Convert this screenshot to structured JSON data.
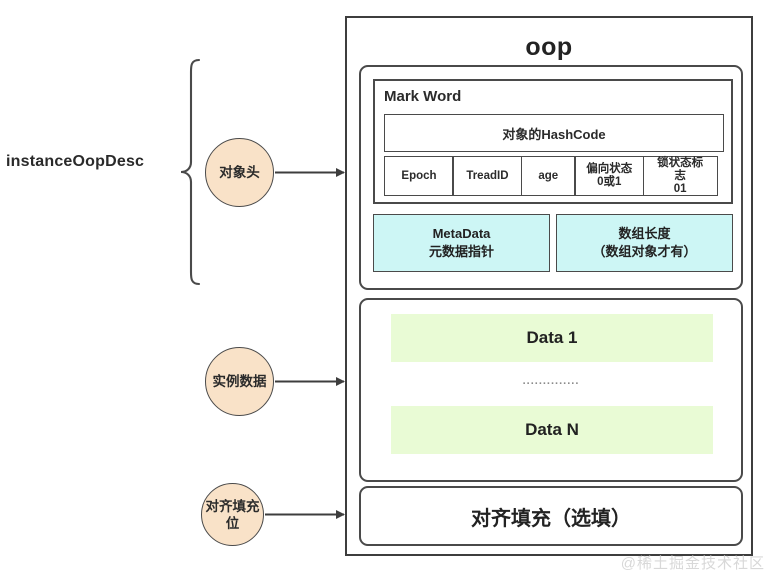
{
  "diagram": {
    "left_label": "instanceOopDesc",
    "watermark": "@稀土掘金技术社区",
    "colors": {
      "circle_fill": "#F9E2C8",
      "cyan_fill": "#CDF6F5",
      "green_fill": "#E9FBD5",
      "stroke": "#4a4a4a",
      "outer_stroke": "#3d3d3d",
      "watermark": "#d8d8d8"
    },
    "nodes": [
      {
        "id": "object-header",
        "label": "对象头"
      },
      {
        "id": "instance-data",
        "label": "实例数据"
      },
      {
        "id": "alignment-padding",
        "label": "对齐填充位"
      }
    ],
    "oop": {
      "title": "oop",
      "object_header": {
        "mark_word": {
          "title": "Mark Word",
          "hashcode_label": "对象的HashCode",
          "fields": [
            {
              "name": "epoch",
              "label": "Epoch"
            },
            {
              "name": "thread-id",
              "label": "TreadID"
            },
            {
              "name": "age",
              "label": "age"
            },
            {
              "name": "bias-state",
              "label": "偏向状态\n0或1"
            },
            {
              "name": "lock-state",
              "label": "锁状态标\n志\n01"
            }
          ]
        },
        "pointers": [
          {
            "name": "metadata",
            "line1": "MetaData",
            "line2": "元数据指针"
          },
          {
            "name": "array-length",
            "line1": "数组长度",
            "line2": "（数组对象才有）"
          }
        ]
      },
      "instance_data": {
        "first": "Data 1",
        "ellipsis": "..............",
        "last": "Data N"
      },
      "alignment_padding": {
        "label": "对齐填充（选填）"
      }
    }
  }
}
